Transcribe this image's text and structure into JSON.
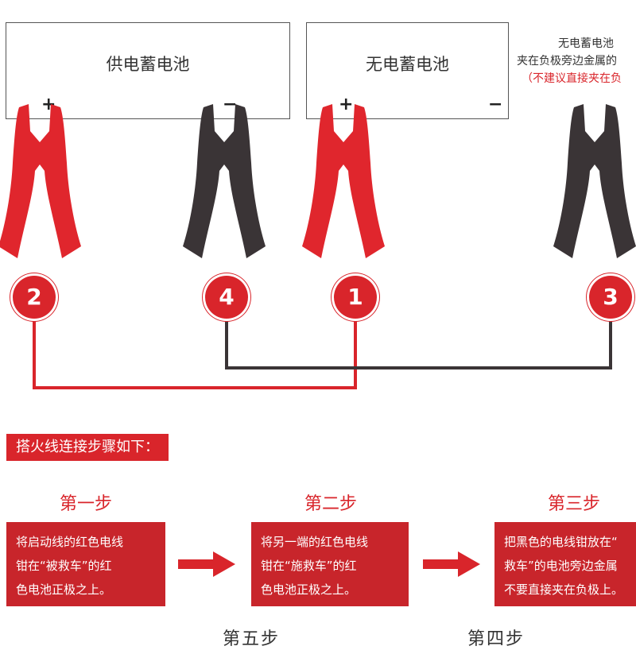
{
  "batteries": [
    {
      "title": "供电蓄电池",
      "plus": "+",
      "minus": "−"
    },
    {
      "title": "无电蓄电池",
      "plus": "+",
      "minus": "−"
    }
  ],
  "side_note": {
    "line1": "无电蓄电池",
    "line2": "夹在负极旁边金属的",
    "line3": "（不建议直接夹在负"
  },
  "clamps": [
    {
      "number": "2",
      "color": "#e0262d"
    },
    {
      "number": "4",
      "color": "#3a3436"
    },
    {
      "number": "1",
      "color": "#e0262d"
    },
    {
      "number": "3",
      "color": "#3a3436"
    }
  ],
  "wire_colors": {
    "red": "#d9252b",
    "black": "#3a3436"
  },
  "banner": "搭火线连接步骤如下：",
  "steps": [
    {
      "title": "第一步",
      "lines": [
        "将启动线的红色电线",
        "钳在“被救车”的红",
        "色电池正极之上。"
      ]
    },
    {
      "title": "第二步",
      "lines": [
        "将另一端的红色电线",
        "钳在“施救车”的红",
        "色电池正极之上。"
      ]
    },
    {
      "title": "第三步",
      "lines": [
        "把黑色的电线钳放在“",
        "救车”的电池旁边金属",
        "不要直接夹在负极上。"
      ]
    }
  ],
  "partial_titles": [
    "第五步",
    "第四步"
  ],
  "accent": "#d9252b"
}
